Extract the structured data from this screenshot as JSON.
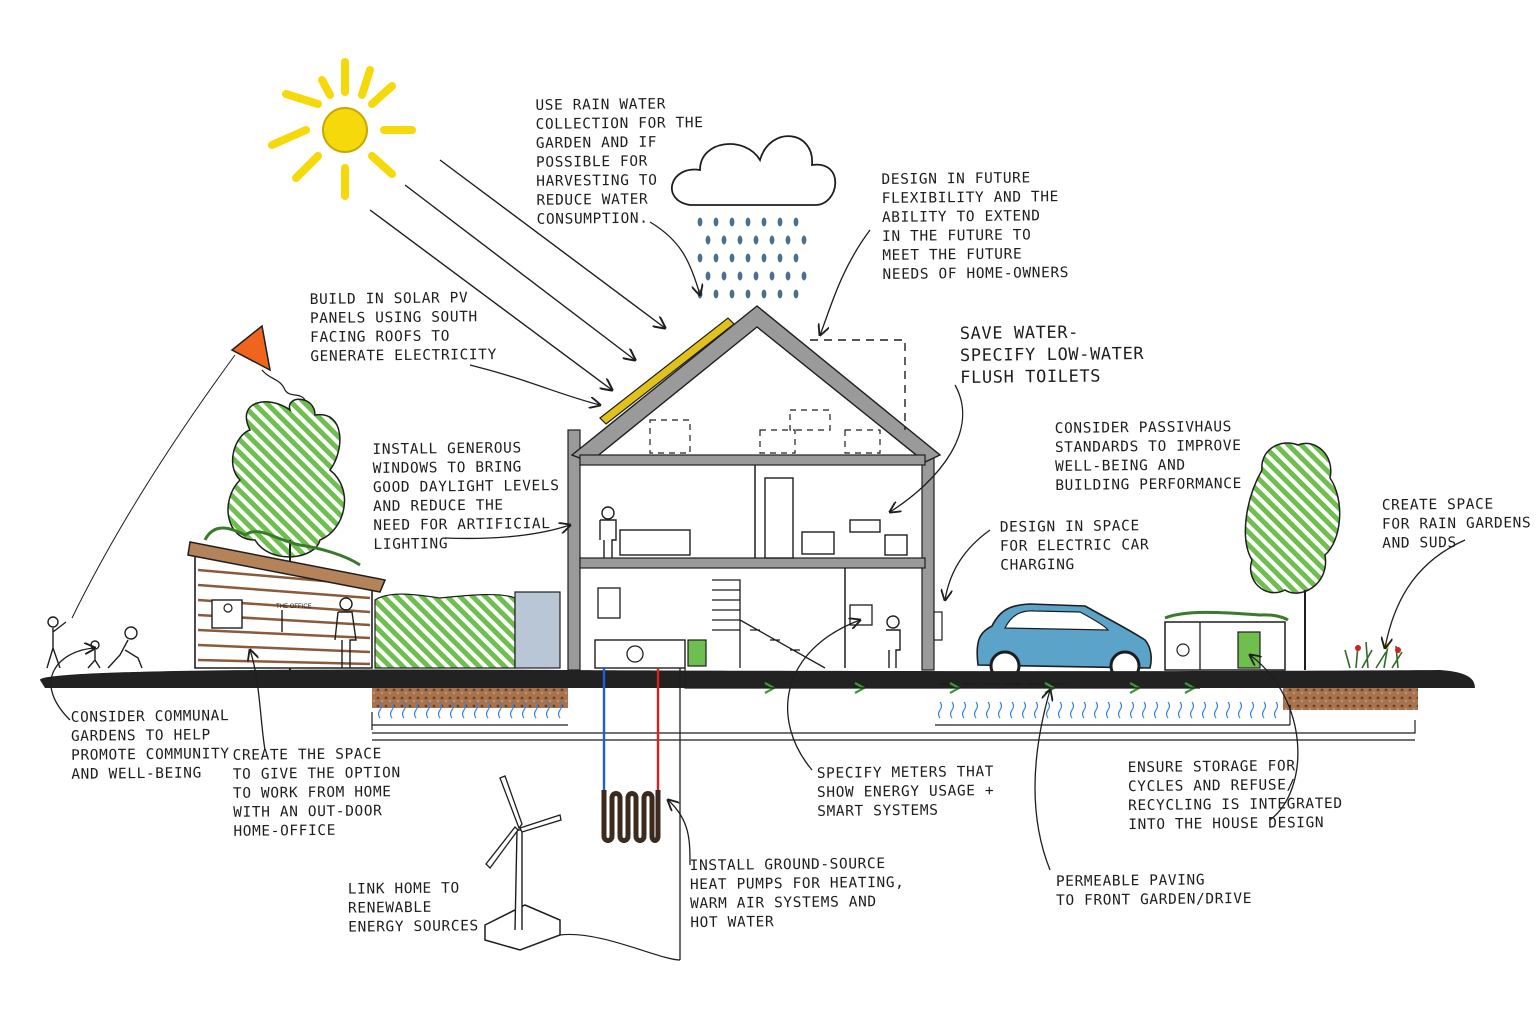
{
  "annotations": {
    "rainwater": "USE RAIN WATER\nCOLLECTION FOR THE\nGARDEN AND IF\nPOSSIBLE FOR\nHARVESTING TO\nREDUCE WATER\nCONSUMPTION.",
    "future_flexibility": "DESIGN IN FUTURE\nFLEXIBILITY AND THE\nABILITY TO EXTEND\nIN THE FUTURE TO\nMEET THE FUTURE\nNEEDS OF HOME-OWNERS",
    "solar_pv": "BUILD IN SOLAR PV\nPANELS USING SOUTH\nFACING ROOFS TO\nGENERATE ELECTRICITY",
    "save_water": "SAVE WATER-\nSPECIFY LOW-WATER\nFLUSH TOILETS",
    "windows": "INSTALL GENEROUS\nWINDOWS TO BRING\nGOOD DAYLIGHT LEVELS\nAND REDUCE THE\nNEED FOR ARTIFICIAL\nLIGHTING",
    "passivhaus": "CONSIDER PASSIVHAUS\nSTANDARDS TO IMPROVE\nWELL-BEING AND\nBUILDING PERFORMANCE",
    "ev_charging": "DESIGN IN SPACE\nFOR ELECTRIC CAR\nCHARGING",
    "rain_gardens": "CREATE SPACE\nFOR RAIN GARDENS\nAND SUDS",
    "communal_gardens": "CONSIDER COMMUNAL\nGARDENS TO HELP\nPROMOTE COMMUNITY\nAND WELL-BEING",
    "home_office": "CREATE THE SPACE\nTO GIVE THE OPTION\nTO WORK FROM HOME\nWITH AN OUT-DOOR\nHOME-OFFICE",
    "meters": "SPECIFY METERS THAT\nSHOW ENERGY USAGE +\nSMART SYSTEMS",
    "storage": "ENSURE STORAGE FOR\nCYCLES AND REFUSE/\nRECYCLING IS INTEGRATED\nINTO THE HOUSE DESIGN",
    "permeable_paving": "PERMEABLE PAVING\nTO FRONT GARDEN/DRIVE",
    "ground_source": "INSTALL GROUND-SOURCE\nHEAT PUMPS FOR HEATING,\nWARM AIR SYSTEMS AND\nHOT WATER",
    "renewable": "LINK HOME TO\nRENEWABLE\nENERGY SOURCES"
  },
  "office_sign": "THE OFFICE",
  "colors": {
    "sun": "#f5d90a",
    "tree_green": "#6fbf4f",
    "kite": "#f0641e",
    "car": "#5ba3c9",
    "roof_panel": "#e0c21a",
    "soil": "#8b5a3c",
    "water": "#3b82d6",
    "pipe_hot": "#d62020",
    "pipe_cold": "#1f5fd6",
    "rain_drop": "#4a6f8f",
    "wall_grey": "#9a9a9a"
  }
}
